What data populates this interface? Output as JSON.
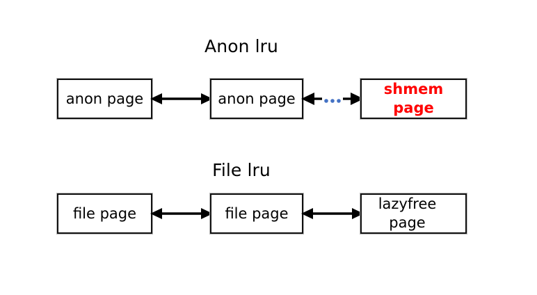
{
  "diagram": {
    "title_anon": "Anon lru",
    "title_file": "File lru",
    "accent_red": "#FF0000",
    "accent_blue": "#4472C4",
    "box_border": "#111111",
    "background": "#FFFFFF"
  },
  "anon_lru": {
    "title": "Anon lru",
    "nodes": [
      {
        "label": "anon page",
        "emphasis": "none"
      },
      {
        "label": "anon page",
        "emphasis": "none"
      },
      {
        "label": "shmem page",
        "emphasis": "red-bold"
      }
    ],
    "connectors": [
      {
        "style": "solid",
        "heads": "both",
        "ellipsis": false
      },
      {
        "style": "solid-with-ellipsis",
        "heads": "both",
        "ellipsis": true
      }
    ]
  },
  "file_lru": {
    "title": "File lru",
    "nodes": [
      {
        "label": "file page",
        "emphasis": "none"
      },
      {
        "label": "file page",
        "emphasis": "none"
      },
      {
        "label": "lazyfree page",
        "emphasis": "none"
      }
    ],
    "connectors": [
      {
        "style": "solid",
        "heads": "both",
        "ellipsis": false
      },
      {
        "style": "solid",
        "heads": "both",
        "ellipsis": false
      }
    ]
  }
}
